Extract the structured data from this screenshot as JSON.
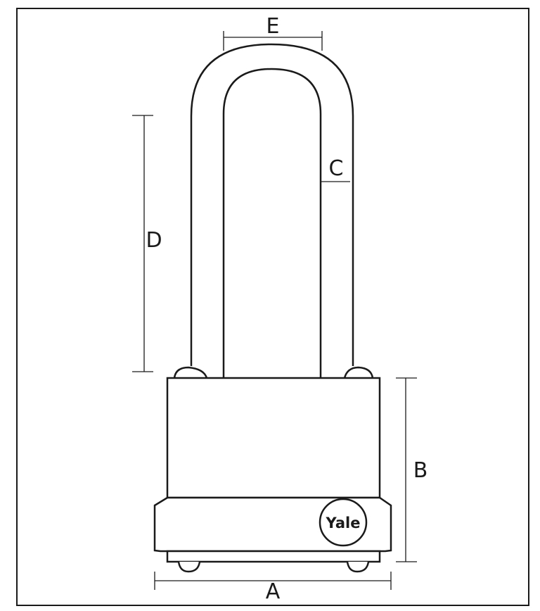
{
  "diagram": {
    "labels": {
      "a": "A",
      "b": "B",
      "c": "C",
      "d": "D",
      "e": "E"
    },
    "brand": "Yale",
    "colors": {
      "line": "#1a1a1a",
      "background": "#ffffff"
    }
  }
}
